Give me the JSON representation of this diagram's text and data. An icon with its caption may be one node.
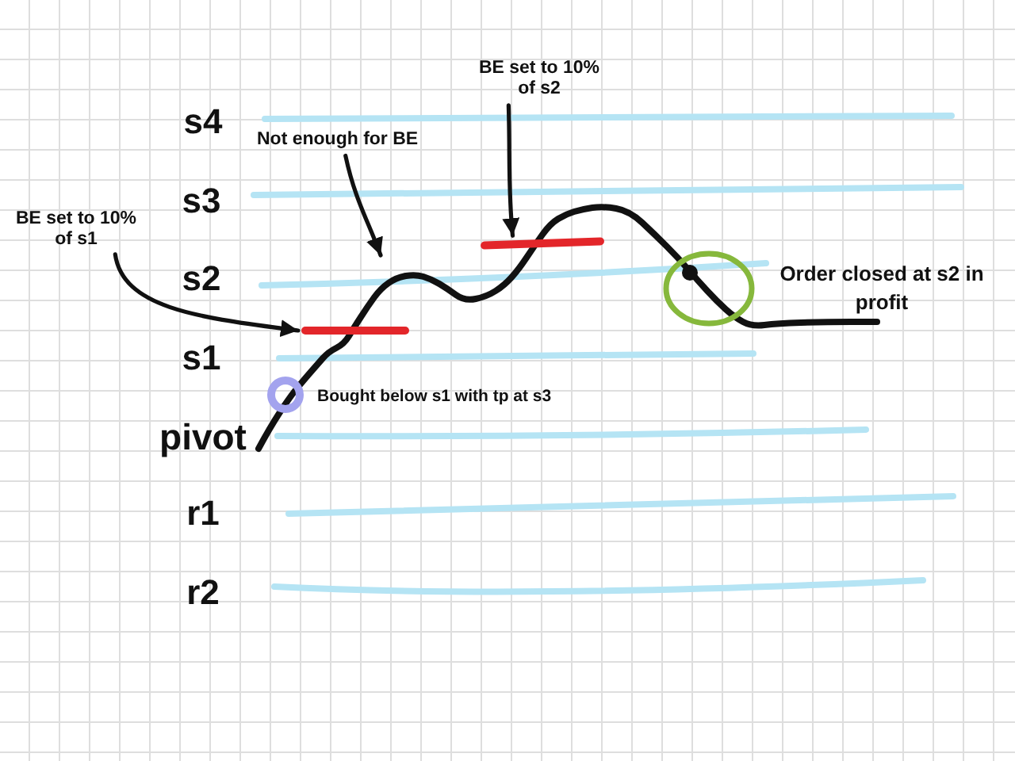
{
  "diagram": {
    "nodes": [
      {
        "text": [
          "BE set to 10% of s2"
        ]
      },
      {
        "text": [
          "Not enough for BE"
        ]
      },
      {
        "text": [
          "BE set to 10% of s1"
        ]
      },
      {
        "text": [],
        "shape": "bar"
      },
      {
        "text": [],
        "shape": "bar"
      }
    ],
    "edges": [
      {
        "from": 0,
        "to": 3,
        "arrow": "to"
      },
      {
        "from": 1,
        "to": null,
        "arrow": "to"
      },
      {
        "from": 2,
        "to": 4,
        "arrow": "to"
      }
    ],
    "labels": [
      "s4",
      "s3",
      "s2",
      "Order closed at s2 in profit",
      "s1",
      "Bought below s1 with tp at s3",
      "pivot",
      "r1",
      "r2"
    ]
  }
}
